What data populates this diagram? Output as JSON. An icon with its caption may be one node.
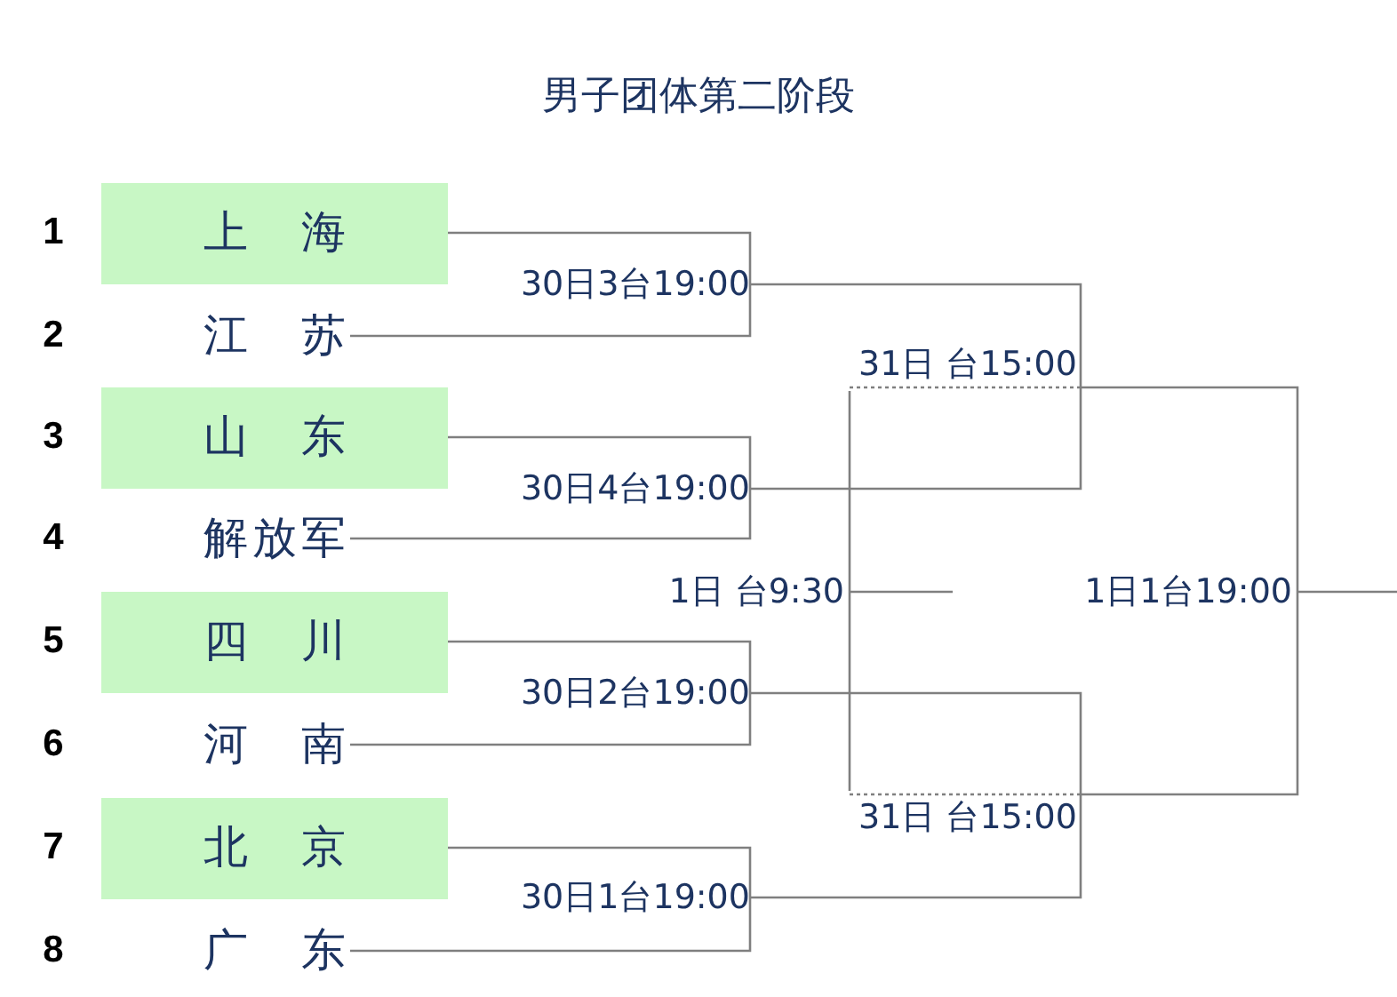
{
  "diagram": {
    "title": "男子团体第二阶段",
    "nodes": [
      {
        "text": [
          "上海"
        ]
      },
      {
        "text": [
          "江苏"
        ]
      },
      {
        "text": [
          "山东"
        ]
      },
      {
        "text": [
          "解放军"
        ]
      },
      {
        "text": [
          "四川"
        ]
      },
      {
        "text": [
          "河南"
        ]
      },
      {
        "text": [
          "北京"
        ]
      },
      {
        "text": [
          "广东"
        ]
      },
      {
        "text": [
          "30日3台19:00"
        ]
      },
      {
        "text": [
          "30日4台19:00"
        ]
      },
      {
        "text": [
          "30日2台19:00"
        ]
      },
      {
        "text": [
          "30日1台19:00"
        ]
      },
      {
        "text": [
          "31日 台15:00"
        ]
      },
      {
        "text": [
          "31日 台15:00"
        ]
      },
      {
        "text": [
          "1日 台9:30"
        ]
      },
      {
        "text": [
          "1日1台19:00"
        ]
      }
    ],
    "edges": [
      {
        "from": 0,
        "to": 8,
        "arrow": "none"
      },
      {
        "from": 1,
        "to": 8,
        "arrow": "none"
      },
      {
        "from": 2,
        "to": 9,
        "arrow": "none"
      },
      {
        "from": 3,
        "to": 9,
        "arrow": "none"
      },
      {
        "from": 4,
        "to": 10,
        "arrow": "none"
      },
      {
        "from": 5,
        "to": 10,
        "arrow": "none"
      },
      {
        "from": 6,
        "to": 11,
        "arrow": "none"
      },
      {
        "from": 7,
        "to": 11,
        "arrow": "none"
      },
      {
        "from": 8,
        "to": 12,
        "arrow": "none"
      },
      {
        "from": 9,
        "to": 12,
        "arrow": "none"
      },
      {
        "from": 10,
        "to": 13,
        "arrow": "none"
      },
      {
        "from": 11,
        "to": 13,
        "arrow": "none"
      },
      {
        "from": 12,
        "to": 15,
        "arrow": "none"
      },
      {
        "from": 13,
        "to": 15,
        "arrow": "none"
      },
      {
        "from": 12,
        "to": 14,
        "arrow": "none",
        "style": "dashed"
      },
      {
        "from": 13,
        "to": 14,
        "arrow": "none",
        "style": "dashed"
      },
      {
        "from": 14,
        "to": null,
        "arrow": "none"
      },
      {
        "from": 15,
        "to": null,
        "arrow": "none"
      }
    ],
    "labels": [
      "1",
      "2",
      "3",
      "4",
      "5",
      "6",
      "7",
      "8"
    ]
  }
}
